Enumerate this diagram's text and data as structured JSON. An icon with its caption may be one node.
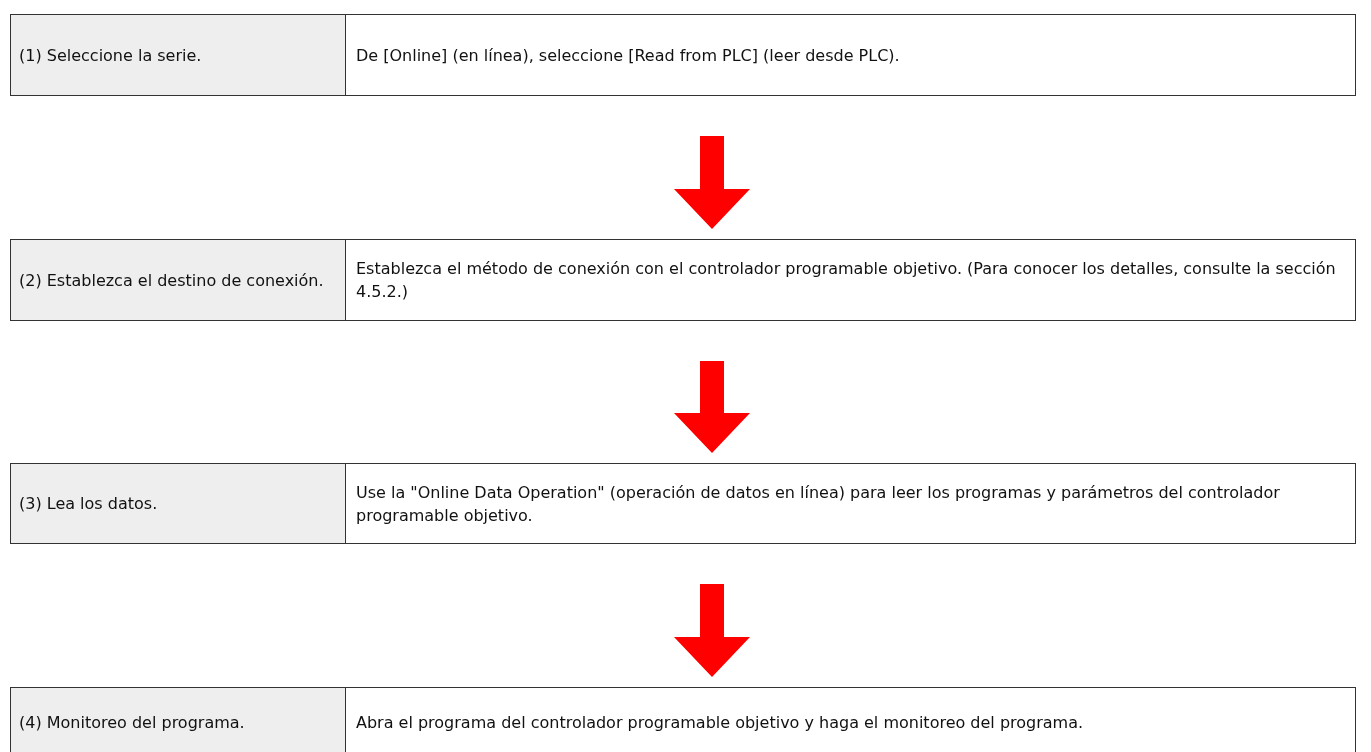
{
  "diagram": {
    "nodes": [
      {
        "text": [
          "(1) Seleccione la serie.",
          "De [Online] (en línea), seleccione [Read from PLC] (leer desde PLC)."
        ]
      },
      {
        "text": [
          "(2) Establezca el destino de conexión.",
          "Establezca el método de conexión con el controlador programable objetivo. (Para conocer los detalles, consulte la sección 4.5.2.)"
        ]
      },
      {
        "text": [
          "(3) Lea los datos.",
          "Use la \"Online Data Operation\" (operación de datos en línea) para leer los programas y parámetros del controlador programable objetivo."
        ]
      },
      {
        "text": [
          "(4) Monitoreo del programa.",
          "Abra el programa del controlador programable objetivo y haga el monitoreo del programa."
        ]
      }
    ],
    "edges": [
      {
        "from": 0,
        "to": 1,
        "arrow": "to"
      },
      {
        "from": 1,
        "to": 2,
        "arrow": "to"
      },
      {
        "from": 2,
        "to": 3,
        "arrow": "to"
      }
    ]
  }
}
